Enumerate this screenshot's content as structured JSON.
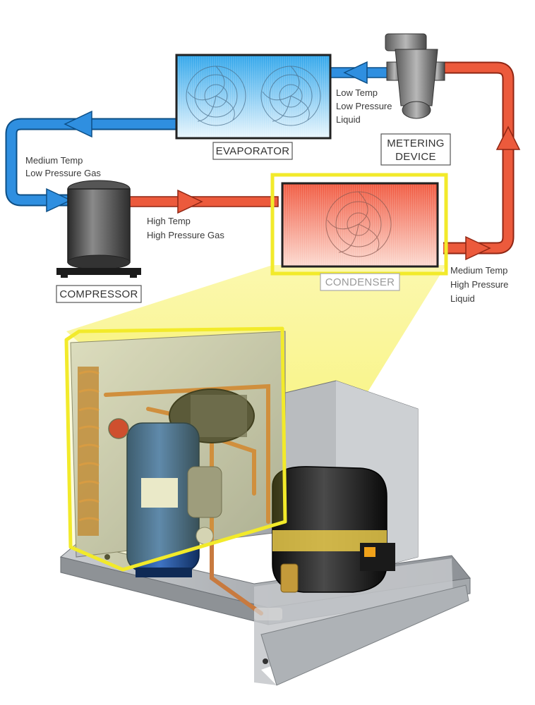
{
  "components": {
    "evaporator": "EVAPORATOR",
    "metering_device": [
      "METERING",
      "DEVICE"
    ],
    "compressor": "COMPRESSOR",
    "condenser": "CONDENSER"
  },
  "states": {
    "evaporator_to_compressor": [
      "Medium Temp",
      "Low Pressure Gas"
    ],
    "compressor_to_condenser": [
      "High Temp",
      "High Pressure Gas"
    ],
    "condenser_to_metering": [
      "Medium Temp",
      "High Pressure",
      "Liquid"
    ],
    "metering_to_evaporator": [
      "Low Temp",
      "Low Pressure",
      "Liquid"
    ]
  },
  "colors": {
    "cold_line": "#2f8fe0",
    "hot_line": "#ec5a3c",
    "highlight": "#f2ea2a",
    "compressor_body": "#1f4f9a"
  }
}
